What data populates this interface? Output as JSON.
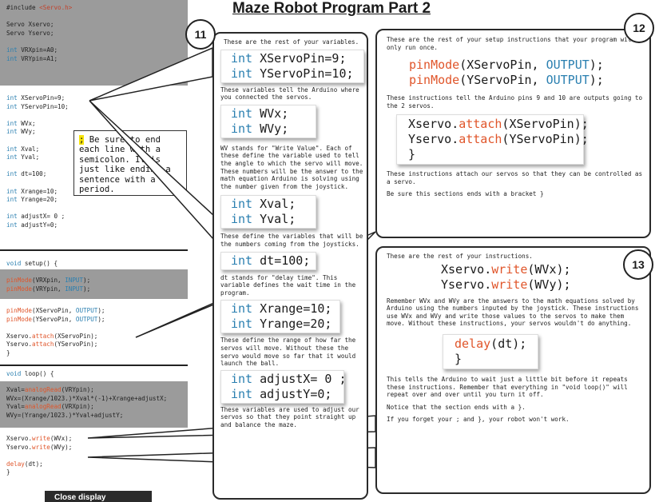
{
  "title": "Maze Robot Program Part 2",
  "left_code": {
    "block1": [
      "#include <Servo.h>",
      "",
      "Servo Xservo;",
      "Servo Yservo;",
      "",
      "int VRXpin=A0;",
      "int VRYpin=A1;"
    ],
    "block2": [
      "int XServoPin=9;",
      "int YServoPin=10;",
      "",
      "int WVx;",
      "int WVy;",
      "",
      "int Xval;",
      "int Yval;",
      "",
      "int dt=100;",
      "",
      "int Xrange=10;",
      "int Yrange=20;",
      "",
      "int adjustX= 0 ;",
      "int adjustY=0;"
    ],
    "setup_header": "void setup() {",
    "setup_gray": [
      "pinMode(VRXpin, INPUT);",
      "pinMode(VRYpin, INPUT);"
    ],
    "setup_white": [
      "pinMode(XServoPin, OUTPUT);",
      "pinMode(YServoPin, OUTPUT);",
      "",
      "Xservo.attach(XServoPin);",
      "Yservo.attach(YServoPin);",
      "}"
    ],
    "loop_header": "void loop() {",
    "loop_gray": [
      "Xval=analogRead(VRYpin);",
      "WVx=(Xrange/1023.)*Xval*(-1)+Xrange+adjustX;",
      "Yval=analogRead(VRXpin);",
      "WVy=(Yrange/1023.)*Yval+adjustY;"
    ],
    "loop_white": [
      "Xservo.write(WVx);",
      "Yservo.write(WVy);",
      "",
      "delay(dt);",
      "}"
    ]
  },
  "note": {
    "semicolon": ";",
    "text": " Be sure to end each line with a semicolon. It is just like ending a sentence with a period."
  },
  "bottom_button": "Close display",
  "panel11": {
    "badge": "11",
    "intro": "These are the rest of your variables.",
    "code1": [
      "int XServoPin=9;",
      "int YServoPin=10;"
    ],
    "text1": "These variables tell the Arduino where you connected the servos.",
    "code2": [
      "int WVx;",
      "int WVy;"
    ],
    "text2": "WV stands for \"Write Value\". Each of these define the variable used to tell the angle to which the servo will move. These numbers will be the answer to the math equation Arduino is solving using the number given from the joystick.",
    "code3": [
      "int Xval;",
      "int Yval;"
    ],
    "text3": "These define the variables that will be the numbers coming from the joysticks.",
    "code4": [
      "int dt=100;"
    ],
    "text4": "dt stands for \"delay time\". This variable defines the wait time in the program.",
    "code5": [
      "int Xrange=10;",
      "int Yrange=20;"
    ],
    "text5": "These define the range of how far the servos will move. Without these the servo would move so far that it would launch the ball.",
    "code6": [
      "int adjustX= 0 ;",
      "int adjustY=0;"
    ],
    "text6": "These variables are used to adjust our servos so that they point straight up and balance the maze."
  },
  "panel12": {
    "badge": "12",
    "intro": "These are the rest of your setup instructions that your program will only run once.",
    "code1": [
      "pinMode(XServoPin, OUTPUT);",
      "pinMode(YServoPin, OUTPUT);"
    ],
    "text1": "These instructions tell the Arduino pins 9 and 10 are outputs going to the 2 servos.",
    "code2": [
      "Xservo.attach(XServoPin);",
      "Yservo.attach(YServoPin);",
      "}"
    ],
    "text2": "These instructions attach our servos so that they can be controlled as a servo.",
    "text3": "Be sure this sections ends with a bracket }"
  },
  "panel13": {
    "badge": "13",
    "intro": "These are the rest of your instructions.",
    "code1": [
      "Xservo.write(WVx);",
      "Yservo.write(WVy);"
    ],
    "text1": "Remember WVx and WVy are the answers to the math equations solved by Arduino using the numbers inputed by the joystick. These instructions use WVx and WVy and write those values to the servos to make them move. Without these instructions, your servos wouldn't do anything.",
    "code2": [
      "delay(dt);",
      "}"
    ],
    "text2": "This tells the Arduino to wait just a little bit before it repeats these instructions. Remember that everything in \"void loop()\" will repeat over and over until you turn it off.",
    "text3": "Notice that the section ends with a }.",
    "text4": "If you forget your ; and }, your robot won't work."
  }
}
